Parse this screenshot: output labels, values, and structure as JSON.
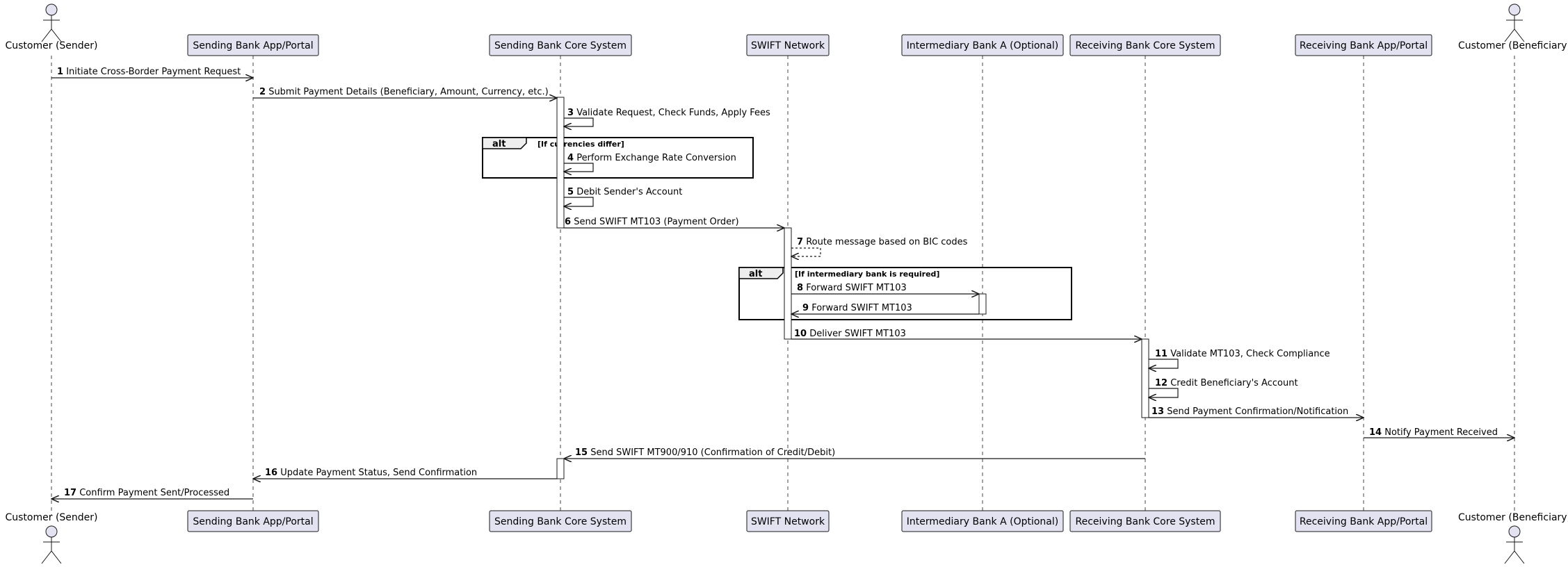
{
  "participants": [
    {
      "id": "customer_sender",
      "label": "Customer (Sender)",
      "kind": "actor"
    },
    {
      "id": "sending_app",
      "label": "Sending Bank App/Portal",
      "kind": "participant"
    },
    {
      "id": "sending_core",
      "label": "Sending Bank Core System",
      "kind": "participant"
    },
    {
      "id": "swift",
      "label": "SWIFT Network",
      "kind": "participant"
    },
    {
      "id": "intermediary",
      "label": "Intermediary Bank A (Optional)",
      "kind": "participant"
    },
    {
      "id": "receiving_core",
      "label": "Receiving Bank Core System",
      "kind": "participant"
    },
    {
      "id": "receiving_app",
      "label": "Receiving Bank App/Portal",
      "kind": "participant"
    },
    {
      "id": "customer_beneficiary",
      "label": "Customer (Beneficiary)",
      "kind": "actor"
    }
  ],
  "messages": [
    {
      "num": "1",
      "from": "customer_sender",
      "to": "sending_app",
      "text": "Initiate Cross-Border Payment Request",
      "style": "solid"
    },
    {
      "num": "2",
      "from": "sending_app",
      "to": "sending_core",
      "text": "Submit Payment Details (Beneficiary, Amount, Currency, etc.)",
      "style": "solid"
    },
    {
      "num": "3",
      "from": "sending_core",
      "to": "sending_core",
      "text": "Validate Request, Check Funds, Apply Fees",
      "style": "solid"
    },
    {
      "num": "4",
      "from": "sending_core",
      "to": "sending_core",
      "text": "Perform Exchange Rate Conversion",
      "style": "solid"
    },
    {
      "num": "5",
      "from": "sending_core",
      "to": "sending_core",
      "text": "Debit Sender's Account",
      "style": "solid"
    },
    {
      "num": "6",
      "from": "sending_core",
      "to": "swift",
      "text": "Send SWIFT MT103 (Payment Order)",
      "style": "solid"
    },
    {
      "num": "7",
      "from": "swift",
      "to": "swift",
      "text": "Route message based on BIC codes",
      "style": "dashed"
    },
    {
      "num": "8",
      "from": "swift",
      "to": "intermediary",
      "text": "Forward SWIFT MT103",
      "style": "solid"
    },
    {
      "num": "9",
      "from": "intermediary",
      "to": "swift",
      "text": "Forward SWIFT MT103",
      "style": "solid"
    },
    {
      "num": "10",
      "from": "swift",
      "to": "receiving_core",
      "text": "Deliver SWIFT MT103",
      "style": "solid"
    },
    {
      "num": "11",
      "from": "receiving_core",
      "to": "receiving_core",
      "text": "Validate MT103, Check Compliance",
      "style": "solid"
    },
    {
      "num": "12",
      "from": "receiving_core",
      "to": "receiving_core",
      "text": "Credit Beneficiary's Account",
      "style": "solid"
    },
    {
      "num": "13",
      "from": "receiving_core",
      "to": "receiving_app",
      "text": "Send Payment Confirmation/Notification",
      "style": "solid"
    },
    {
      "num": "14",
      "from": "receiving_app",
      "to": "customer_beneficiary",
      "text": "Notify Payment Received",
      "style": "solid"
    },
    {
      "num": "15",
      "from": "receiving_core",
      "to": "sending_core",
      "text": "Send SWIFT MT900/910 (Confirmation of Credit/Debit)",
      "style": "solid"
    },
    {
      "num": "16",
      "from": "sending_core",
      "to": "sending_app",
      "text": "Update Payment Status, Send Confirmation",
      "style": "solid"
    },
    {
      "num": "17",
      "from": "sending_app",
      "to": "customer_sender",
      "text": "Confirm Payment Sent/Processed",
      "style": "solid"
    }
  ],
  "fragments": [
    {
      "operator": "alt",
      "guard": "[If currencies differ]"
    },
    {
      "operator": "alt",
      "guard": "[If intermediary bank is required]"
    }
  ],
  "colors": {
    "participant_fill": "#E2E2F0",
    "participant_border": "#181818",
    "lifeline": "#181818",
    "activation_fill": "#FFFFFF",
    "fragment_header_fill": "#EEEEEE"
  }
}
